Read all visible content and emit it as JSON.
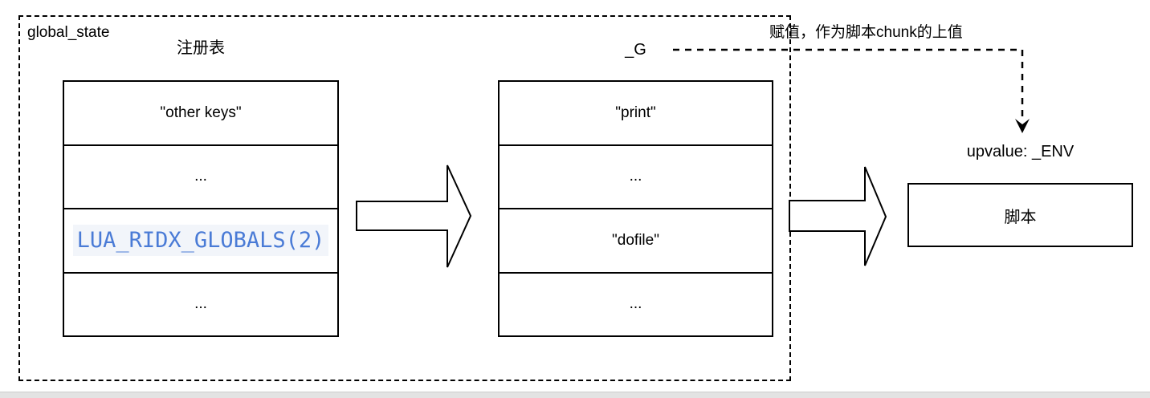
{
  "container": {
    "label": "global_state"
  },
  "registry_table": {
    "title": "注册表",
    "rows": [
      "\"other keys\"",
      "...",
      "LUA_RIDX_GLOBALS(2)",
      "..."
    ]
  },
  "g_table": {
    "title": "_G",
    "rows": [
      "\"print\"",
      "...",
      "\"dofile\"",
      "..."
    ]
  },
  "annotation": {
    "text": "赋值，作为脚本chunk的上值"
  },
  "script_box": {
    "upvalue_label": "upvalue: _ENV",
    "label": "脚本"
  },
  "icons": {
    "flow_arrow": "block-arrow-right",
    "env_pointer": "dashed-arrow-down"
  },
  "colors": {
    "line": "#000000",
    "code_text": "#4a7bd6",
    "code_highlight": "#f2f5fa",
    "bottom_bar": "#e3e3e3"
  }
}
